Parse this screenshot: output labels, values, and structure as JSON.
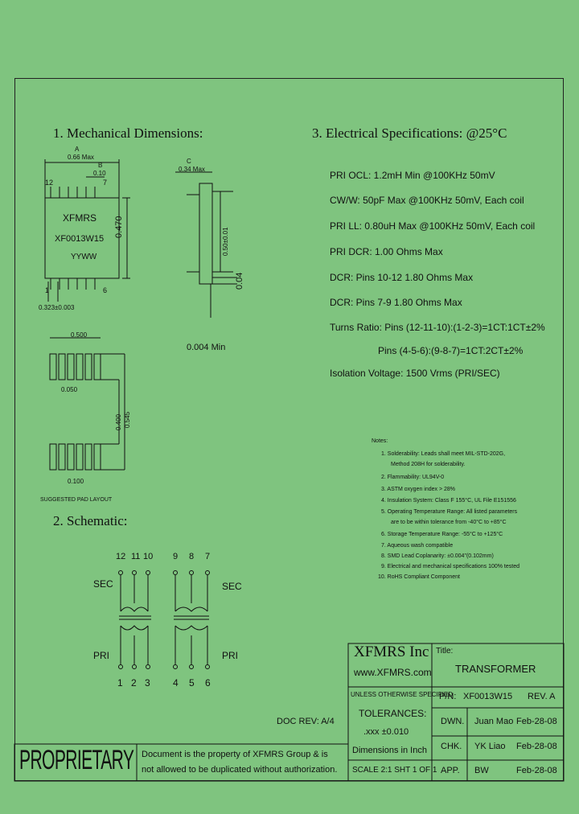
{
  "sections": {
    "mechanical": "1. Mechanical Dimensions:",
    "electrical": "3. Electrical Specifications: @25°C",
    "schematic": "2. Schematic:"
  },
  "mechanical": {
    "label_a": "A",
    "dim_a": "0.66 Max",
    "label_b": "B",
    "dim_b": "0.10",
    "pin_left_top": "12",
    "pin_right_top": "7",
    "pin_left_bottom": "1",
    "pin_right_bottom": "6",
    "body_line1": "XFMRS",
    "body_line2": "XF0013W15",
    "body_line3": "YYWW",
    "dim_height": "0.470",
    "dim_pin": "0.323±0.003",
    "label_c": "C",
    "dim_c": "0.34 Max",
    "dim_side": "0.50±0.01",
    "dim_lead": "0.04",
    "dim_min": "0.004 Min",
    "pad_dim_top": "0.500",
    "pad_dim_pitch": "0.050",
    "pad_dim_height": "0.400",
    "pad_dim_height2": "0.545",
    "pad_dim_width": "0.100",
    "pad_layout_label": "SUGGESTED PAD LAYOUT"
  },
  "electrical": {
    "lines": [
      "PRI OCL: 1.2mH Min @100KHz 50mV",
      "CW/W: 50pF Max @100KHz 50mV, Each coil",
      "PRI LL: 0.80uH Max @100KHz 50mV, Each coil",
      "PRI DCR: 1.00 Ohms Max",
      "DCR: Pins 10-12 1.80 Ohms Max",
      "DCR: Pins 7-9 1.80 Ohms Max",
      "Turns Ratio: Pins (12-11-10):(1-2-3)=1CT:1CT±2%",
      "Pins (4-5-6):(9-8-7)=1CT:2CT±2%",
      "Isolation Voltage: 1500 Vrms (PRI/SEC)"
    ]
  },
  "notes": {
    "title": "Notes:",
    "items": [
      "1. Solderability: Leads shall meet MIL-STD-202G,",
      "Method 208H for solderability.",
      "2. Flammability: UL94V-0",
      "3. ASTM oxygen index > 28%",
      "4. Insulation System: Class F 155°C, UL File E151556",
      "5. Operating Temperature Range: All listed parameters",
      "are to be within tolerance from -40°C to +85°C",
      "6. Storage Temperature Range: -55°C to +125°C",
      "7. Aqueous wash compatible",
      "8. SMD Lead Coplanarity: ±0.004\"(0.102mm)",
      "9. Electrical and mechanical specifications 100% tested",
      "10. RoHS Compliant Component"
    ]
  },
  "schematic": {
    "top_pins_left": [
      "12",
      "11",
      "10"
    ],
    "top_pins_right": [
      "9",
      "8",
      "7"
    ],
    "bottom_pins_left": [
      "1",
      "2",
      "3"
    ],
    "bottom_pins_right": [
      "4",
      "5",
      "6"
    ],
    "sec_left": "SEC",
    "sec_right": "SEC",
    "pri_left": "PRI",
    "pri_right": "PRI"
  },
  "doc_rev": "DOC REV: A/4",
  "title_block": {
    "company": "XFMRS Inc",
    "website": "www.XFMRS.com",
    "title_label": "Title:",
    "title_value": "TRANSFORMER",
    "pn_label": "P/N:",
    "pn_value": "XF0013W15",
    "rev_label": "REV. A",
    "unless": "UNLESS OTHERWISE SPECIFIED",
    "tolerances": "TOLERANCES:",
    "tol_value": ".xxx ±0.010",
    "dims_in": "Dimensions in Inch",
    "dwn_label": "DWN.",
    "dwn_name": "Juan Mao",
    "dwn_date": "Feb-28-08",
    "chk_label": "CHK.",
    "chk_name": "YK Liao",
    "chk_date": "Feb-28-08",
    "app_label": "APP.",
    "app_name": "BW",
    "app_date": "Feb-28-08",
    "scale": "SCALE 2:1 SHT 1 OF 1",
    "proprietary": "PROPRIETARY",
    "prop_line1": "Document is the property of XFMRS Group & is",
    "prop_line2": "not allowed to be duplicated without authorization."
  }
}
